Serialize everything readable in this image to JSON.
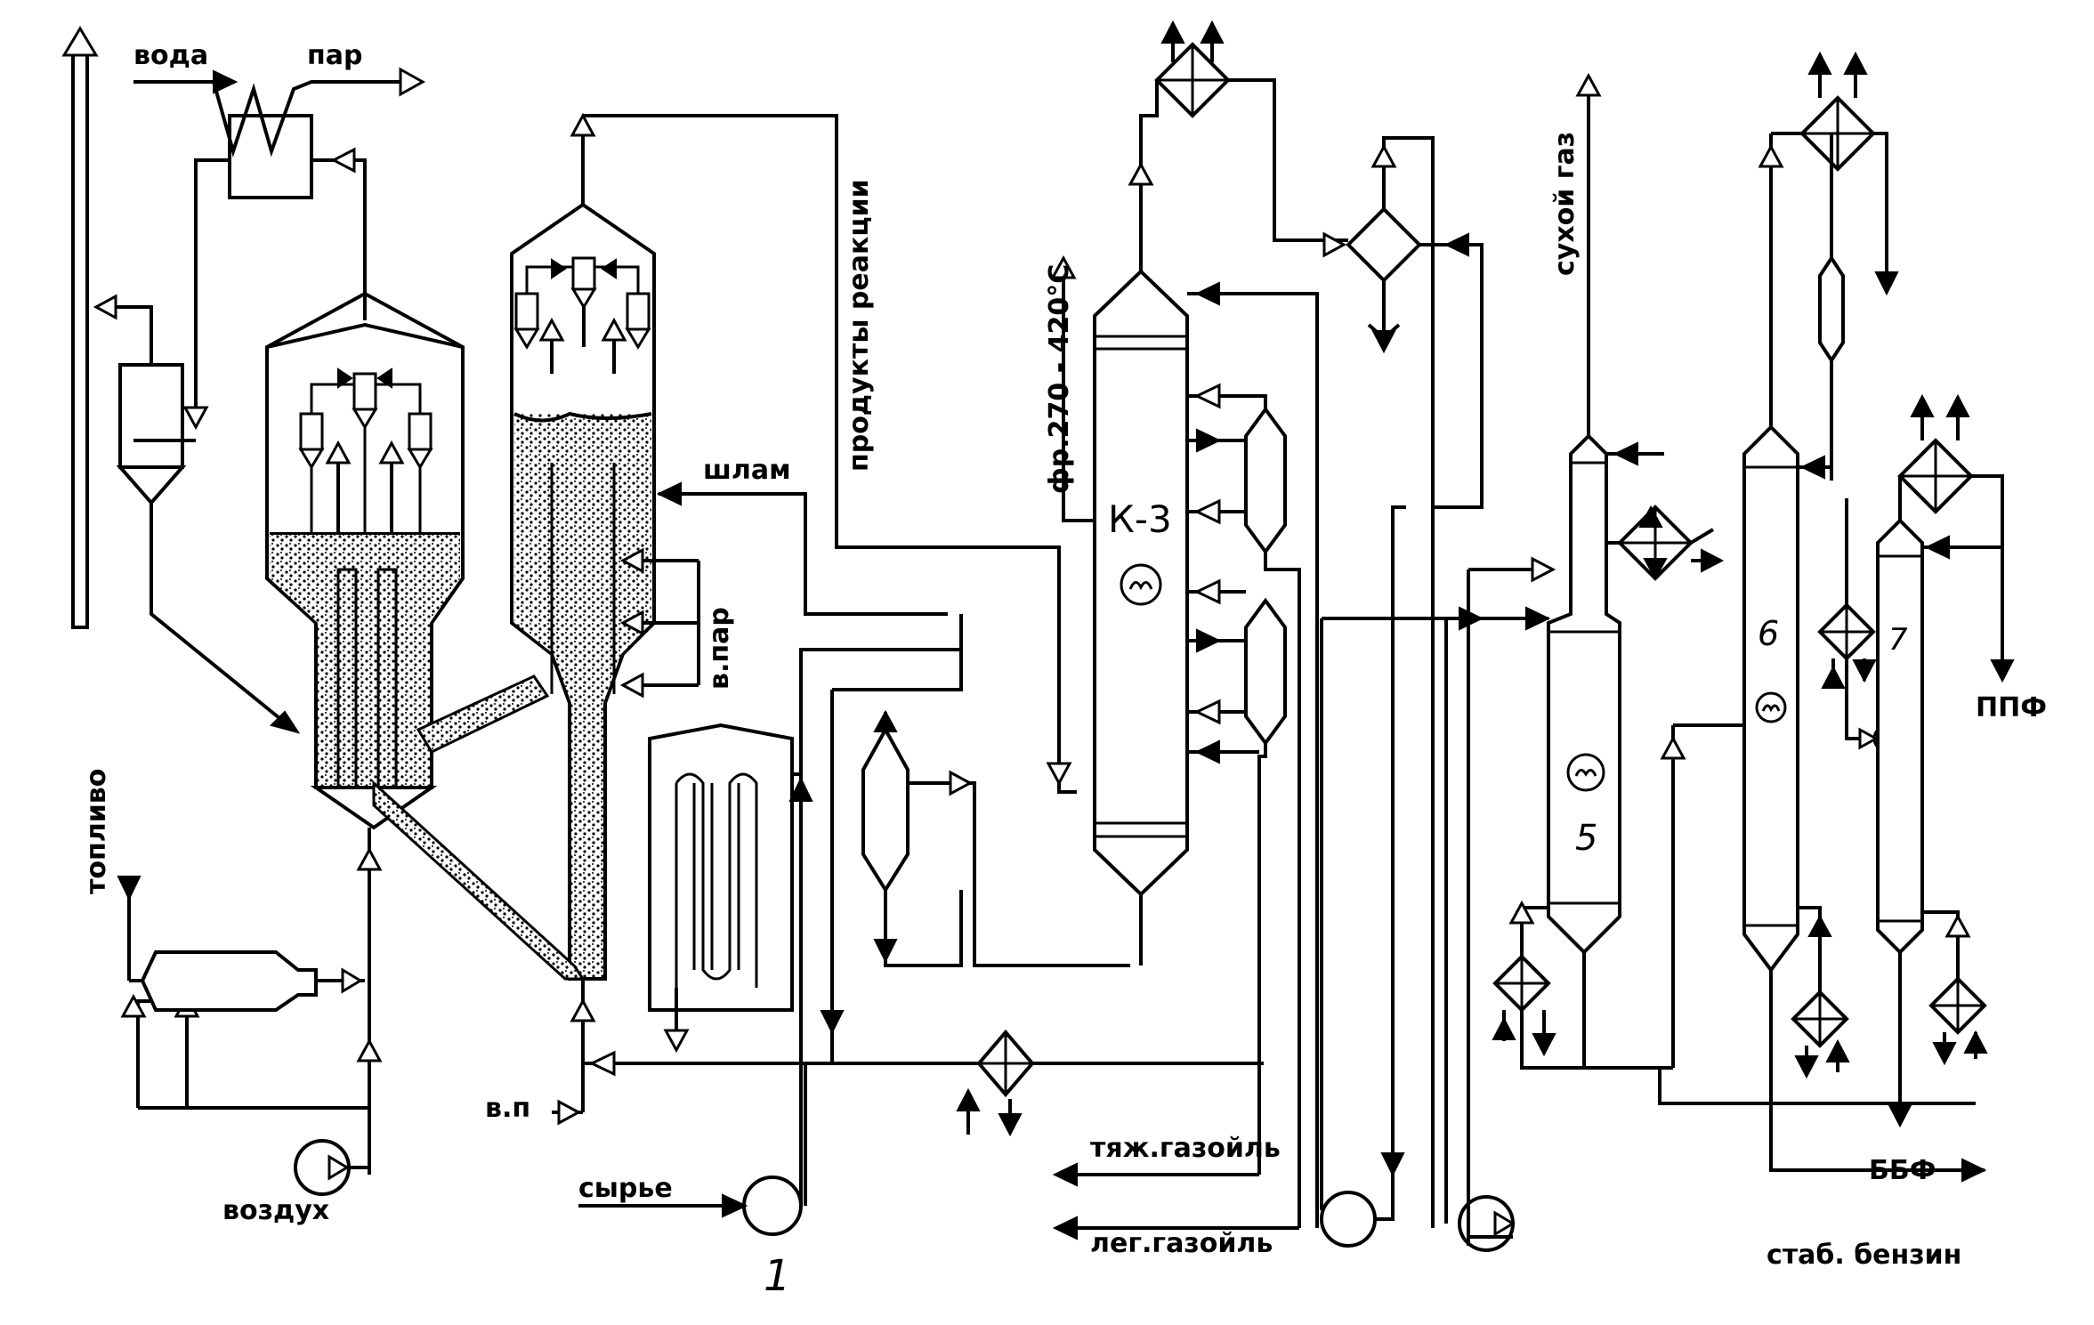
{
  "labels": {
    "water": "вода",
    "steam": "пар",
    "fuel": "топливо",
    "air": "воздух",
    "reaction_products": "продукты реакции",
    "sludge": "шлам",
    "stripping_steam": "в.пар",
    "water_steam": "в.п",
    "feedstock": "сырье",
    "feed_pump_number": "1",
    "fraction": "фр.270 - 420°С",
    "main_column": "К-3",
    "heavy_gasoil": "тяж.газойль",
    "light_gasoil": "лег.газойль",
    "dry_gas": "сухой газ",
    "column_5": "5",
    "column_6": "6",
    "column_7": "7",
    "ppf": "ППФ",
    "bbf": "ББФ",
    "stable_gasoline": "стаб. бензин"
  }
}
